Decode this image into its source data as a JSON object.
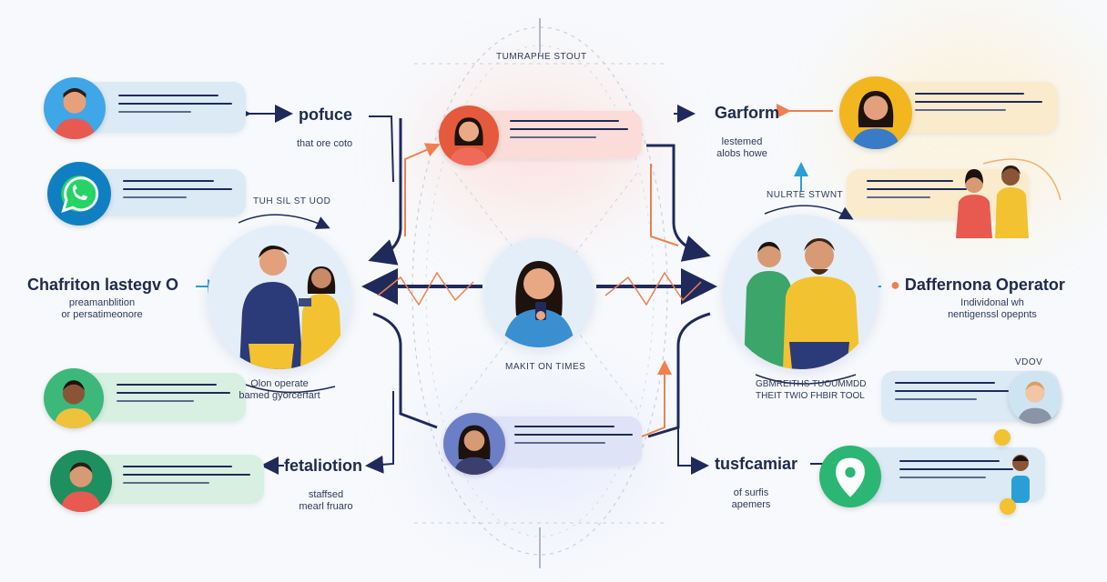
{
  "top_label": "TUMRAPHE STOUT",
  "center_caption": "MAKIT ON TIMES",
  "left_group_label": "TUH SIL ST UOD",
  "right_group_label": "NULRTE STWNT",
  "left_main": {
    "title": "Chafriton lastegv",
    "sub1": "preamanblition",
    "sub2": "or persatimeonore"
  },
  "right_main": {
    "title": "Daffernona Operator",
    "sub1": "Individonal wh",
    "sub2": "nentigenssl opepnts"
  },
  "pofuce": {
    "title": "pofuce",
    "sub": "that ore coto"
  },
  "garform": {
    "title": "Garform",
    "sub1": "lestemed",
    "sub2": "alobs howe"
  },
  "fetaliotion": {
    "title": "fetaliotion",
    "sub1": "staffsed",
    "sub2": "mearl fruaro"
  },
  "tusfcamiar": {
    "title": "tusfcamiar",
    "sub1": "of surfis",
    "sub2": "apemers"
  },
  "left_group_caption": {
    "line1": "Olon operate",
    "line2": "bamed gyorcerfart"
  },
  "right_group_caption": {
    "line1": "GBMREITHS TUOUMMDD",
    "line2": "THEIT TWIO FHBIR TOOL"
  },
  "right_small_label": "VDOV",
  "colors": {
    "navy": "#1f2a5a",
    "orange": "#f08050",
    "blue_arrow": "#2a9fd6",
    "whatsapp": "#25d366",
    "location": "#2bb673",
    "card_blue": "#dbeaf5",
    "card_red": "#fbdcd8",
    "card_yellow": "#fbebcd",
    "card_green": "#d8f0e2"
  },
  "icons": [
    "whatsapp-icon",
    "location-pin-icon",
    "smartphone-icon"
  ]
}
